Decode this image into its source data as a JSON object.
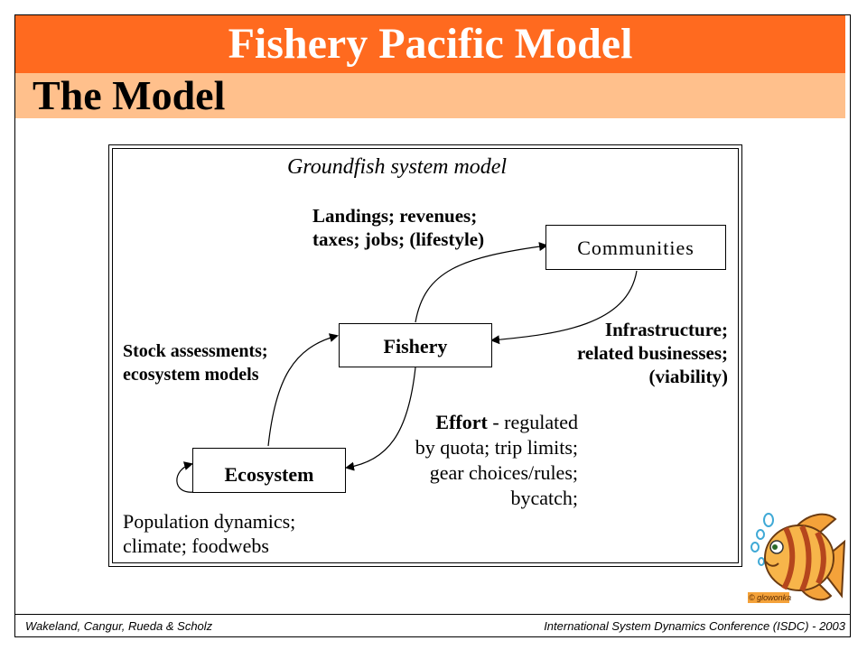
{
  "slide": {
    "title": "Fishery Pacific Model",
    "subtitle": "The Model"
  },
  "diagram": {
    "title": "Groundfish system model",
    "nodes": {
      "communities": "Communities",
      "fishery": "Fishery",
      "ecosystem": "Ecosystem"
    },
    "labels": {
      "landings_line1": "Landings; revenues;",
      "landings_line2": "taxes; jobs; (lifestyle)",
      "infra_line1": "Infrastructure;",
      "infra_line2": "related businesses;",
      "infra_line3": "(viability)",
      "stock_line1": "Stock assessments;",
      "stock_line2": "ecosystem models",
      "effort_bold": "Effort",
      "effort_line1_rest": " - regulated",
      "effort_line2": "by quota; trip limits;",
      "effort_line3": "gear choices/rules;",
      "effort_line4": "bycatch;",
      "pop_line1": "Population dynamics;",
      "pop_line2": "climate; foodwebs"
    }
  },
  "clipart": {
    "icon": "fish-with-bubbles",
    "credit": "© glowonka"
  },
  "footer": {
    "authors": "Wakeland, Cangur, Rueda & Scholz",
    "conference": "International System Dynamics Conference (ISDC) - 2003"
  },
  "colors": {
    "title_bar": "#ff6a1f",
    "subtitle_bar": "#ffc08c"
  }
}
